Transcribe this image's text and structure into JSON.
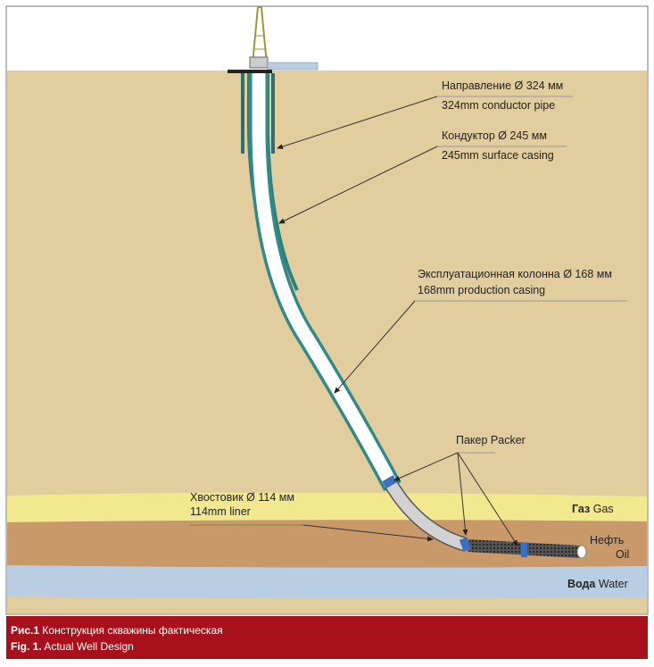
{
  "labels": {
    "conductor_ru": "Направление Ø 324 мм",
    "conductor_en": "324mm conductor pipe",
    "surface_ru": "Кондуктор Ø 245 мм",
    "surface_en": "245mm surface casing",
    "production_ru": "Эксплуатационная колонна Ø 168 мм",
    "production_en": "168mm production casing",
    "packer": "Пакер Packer",
    "liner_ru": "Хвостовик Ø 114 мм",
    "liner_en": "114mm liner"
  },
  "layers": {
    "gas_ru": "Газ",
    "gas_en": "Gas",
    "oil_ru": "Нефть",
    "oil_en": "Oil",
    "water_ru": "Вода",
    "water_en": "Water"
  },
  "caption": {
    "ru_prefix": "Рис.1",
    "ru_text": "Конструкция скважины фактическая",
    "en_prefix": "Fig. 1.",
    "en_text": "Actual Well Design"
  },
  "colors": {
    "caption_bg": "#a8111b",
    "sand": "#e2cd9e",
    "gas": "#f2e98f",
    "oil": "#c9996a",
    "water": "#b9cde3",
    "casing": "#2f8a8a"
  }
}
